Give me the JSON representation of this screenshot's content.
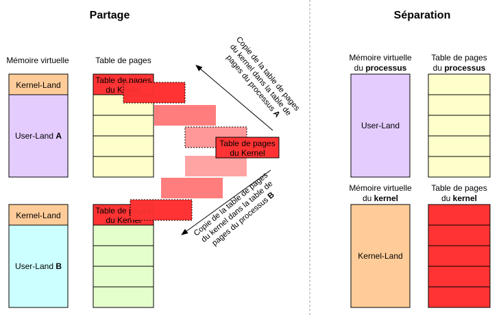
{
  "partage": {
    "title": "Partage",
    "virtual_memory_label": "Mémoire virtuelle",
    "page_table_label": "Table de pages",
    "process_a": {
      "kernel_land": "Kernel-Land",
      "user_land": "User-Land ",
      "letter": "A",
      "page_table_kernel_line1": "Table de pages",
      "page_table_kernel_line2": "du Kernel"
    },
    "process_b": {
      "kernel_land": "Kernel-Land",
      "user_land": "User-Land ",
      "letter": "B",
      "page_table_kernel_line1": "Table de pages",
      "page_table_kernel_line2": "du Kernel"
    },
    "kernel_table_line1": "Table de pages",
    "kernel_table_line2": "du Kernel",
    "copy_a": {
      "line1": "Copie de la table de pages",
      "line2": "du kernel dans la table de",
      "line3": "pages du processus ",
      "letter": "A"
    },
    "copy_b": {
      "line1": "Copie de la table de pages",
      "line2": "du kernel dans la table de",
      "line3": "pages du processus ",
      "letter": "B"
    }
  },
  "separation": {
    "title": "Séparation",
    "process_vm_line1": "Mémoire virtuelle",
    "process_vm_line2_prefix": "du ",
    "process_vm_line2_bold": "processus",
    "process_pt_line1": "Table de pages",
    "process_pt_line2_prefix": "du ",
    "process_pt_line2_bold": "processus",
    "user_land": "User-Land",
    "kernel_vm_line1": "Mémoire virtuelle",
    "kernel_vm_line2_prefix": "du ",
    "kernel_vm_line2_bold": "kernel",
    "kernel_pt_line1": "Table de pages",
    "kernel_pt_line2_prefix": "du ",
    "kernel_pt_line2_bold": "kernel",
    "kernel_land": "Kernel-Land"
  },
  "colors": {
    "kernel_land": "#FFCC99",
    "user_land_a": "#E5CCFF",
    "user_land_b": "#CCFFFF",
    "table_a": "#FFFFCC",
    "table_b": "#E5FFCC",
    "kernel_red": "#FF3333",
    "separator": "#999999"
  }
}
